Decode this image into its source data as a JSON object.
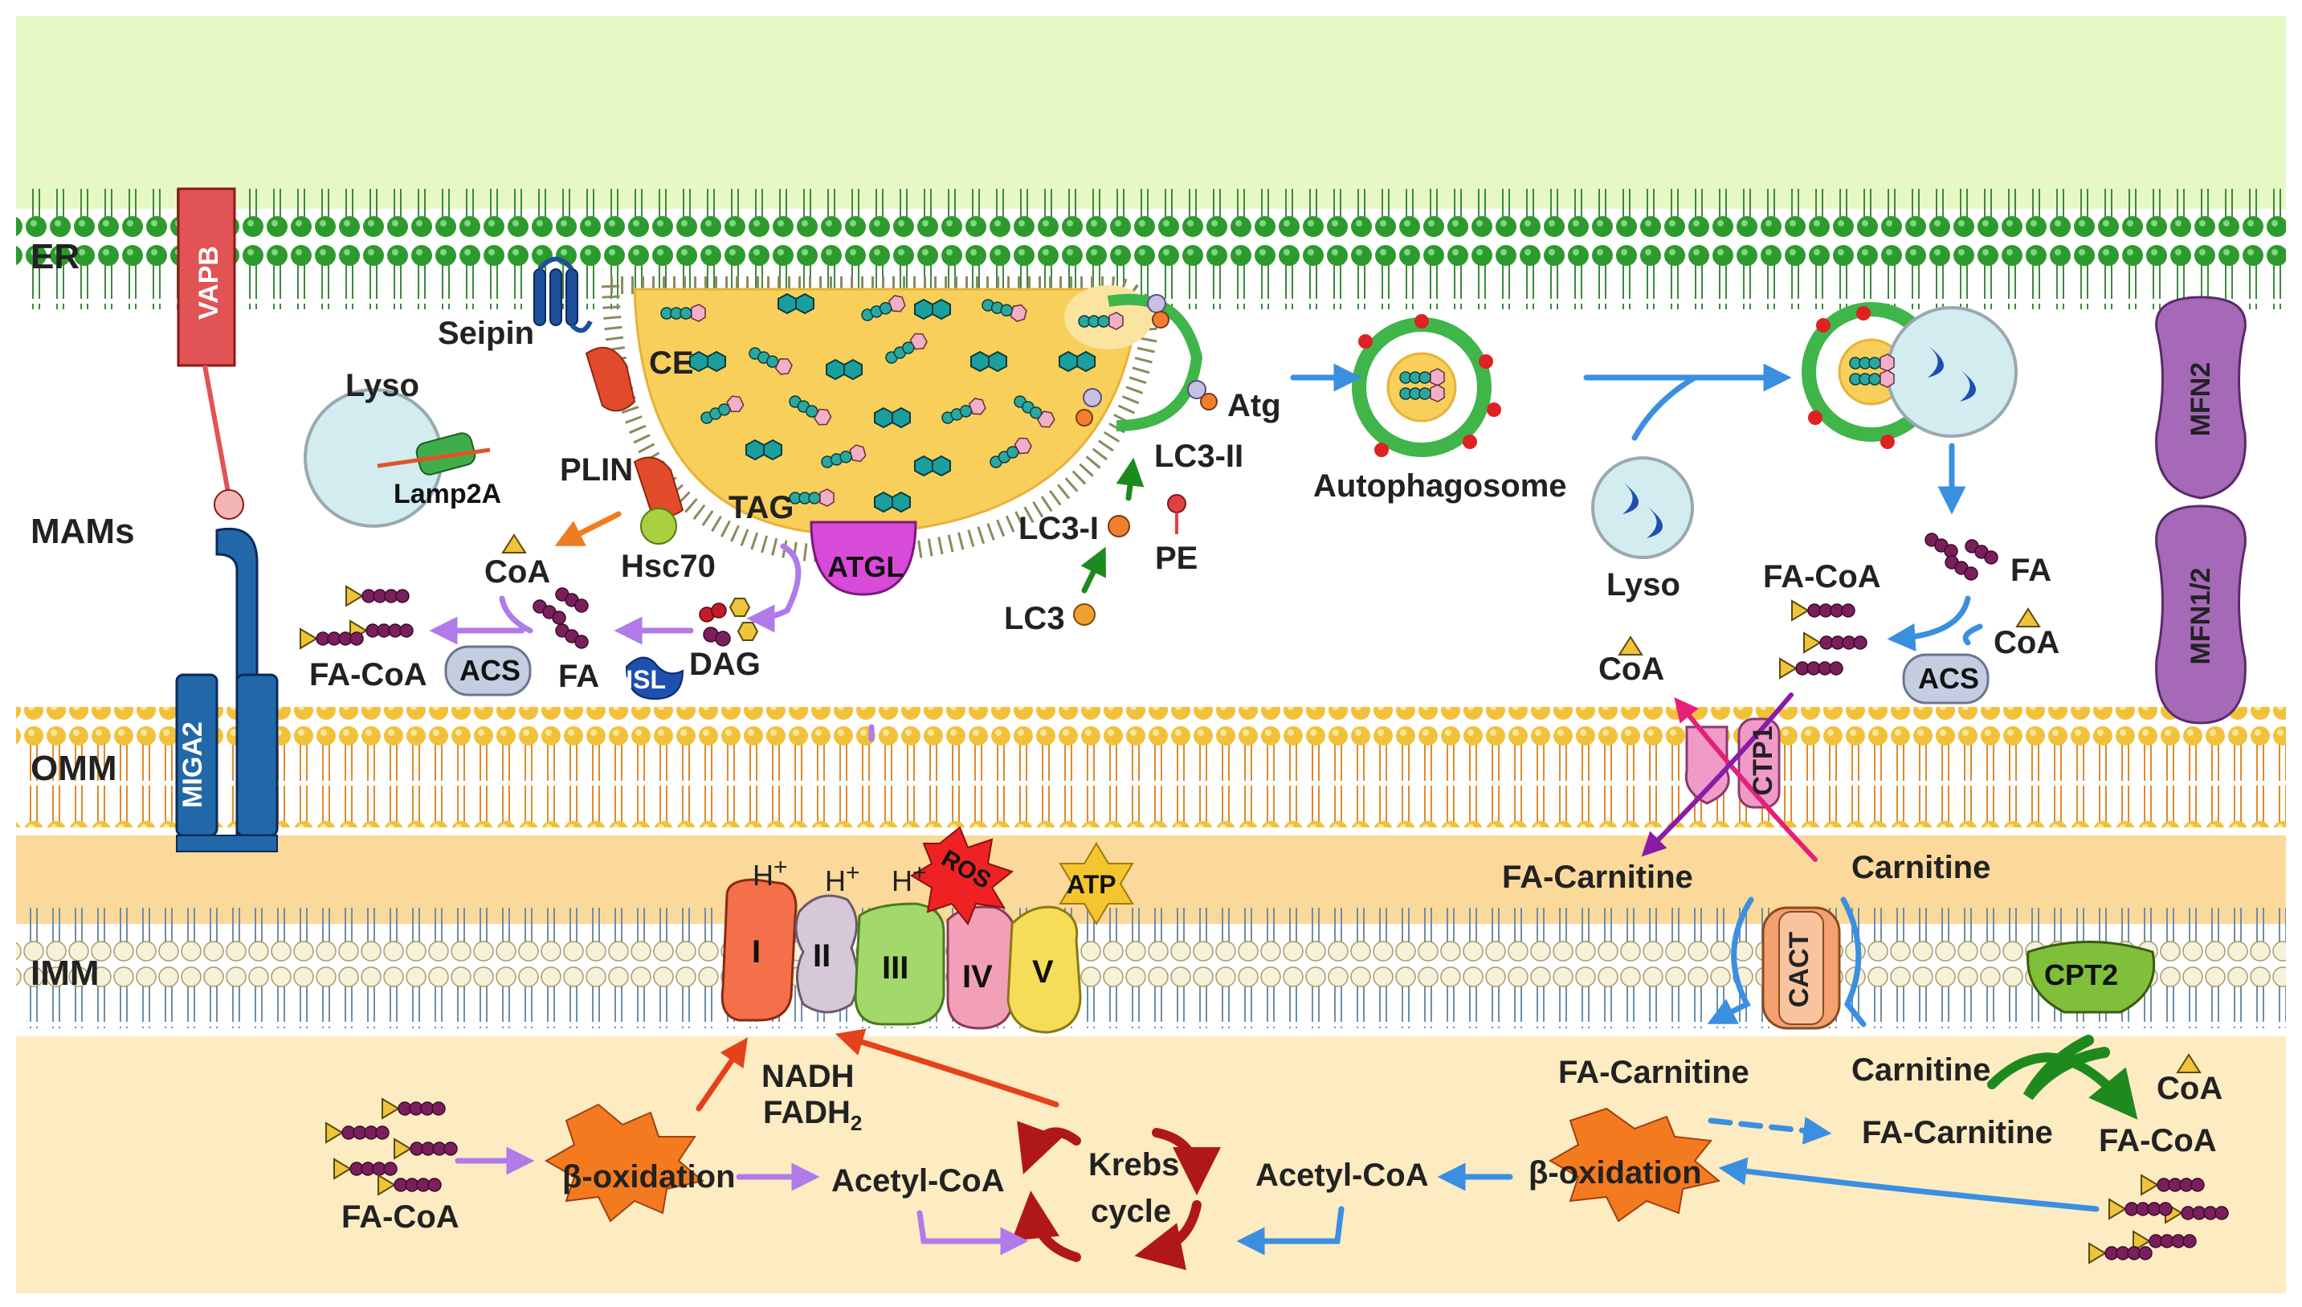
{
  "regions": {
    "er": "ER",
    "mams": "MAMs",
    "omm": "OMM",
    "imm": "IMM"
  },
  "proteins": {
    "vapb": "VAPB",
    "miga2": "MIGA2",
    "mfn2": "MFN2",
    "mfn12": "MFN1/2",
    "atgl": "ATGL",
    "hsl": "HSL",
    "acs_left": "ACS",
    "acs_right": "ACS",
    "ctp1": "CTP1",
    "cact": "CACT",
    "cpt2": "CPT2",
    "complex_i": "I",
    "complex_ii": "II",
    "complex_iii": "III",
    "complex_iv": "IV",
    "complex_v": "V",
    "ros": "ROS",
    "atp": "ATP",
    "lamp2a": "Lamp2A"
  },
  "labels": {
    "seipin": "Seipin",
    "lyso_left": "Lyso",
    "ce": "CE",
    "plin": "PLIN",
    "hsc70": "Hsc70",
    "tag": "TAG",
    "coa_left": "CoA",
    "fa_coa_left": "FA-CoA",
    "fa_left": "FA",
    "dag": "DAG",
    "atg": "Atg",
    "lc3_ii": "LC3-II",
    "lc3_i": "LC3-I",
    "pe": "PE",
    "lc3": "LC3",
    "autophagosome": "Autophagosome",
    "lyso_right": "Lyso",
    "fa_right": "FA",
    "fa_coa_right": "FA-CoA",
    "coa_right": "CoA",
    "coa_right2": "CoA",
    "fa_carnitine_1": "FA-Carnitine",
    "carnitine_1": "Carnitine",
    "fa_carnitine_2": "FA-Carnitine",
    "carnitine_2": "Carnitine",
    "coa_cpt2": "CoA",
    "fa_carnitine_3": "FA-Carnitine",
    "fa_coa_cpt2": "FA-CoA",
    "h_plus": "H",
    "plus_sign": "+",
    "nadh": "NADH",
    "fadh": "FADH",
    "fadh_sub": "2",
    "beta_ox_left": "β-oxidation",
    "acetyl_coa_left": "Acetyl-CoA",
    "krebs_1": "Krebs",
    "krebs_2": "cycle",
    "acetyl_coa_right": "Acetyl-CoA",
    "beta_ox_right": "β-oxidation",
    "fa_coa_bottom": "FA-CoA"
  },
  "colors": {
    "cytosol": "#e6f9c4",
    "er_head": "#2ea12e",
    "omm_head": "#f3c437",
    "matrix": "#fdebc2",
    "ims": "#fbd99a",
    "imm_head": "#f6f1d9",
    "lipid_droplet": "#f7cf5a",
    "arrow_blue": "#3b8fe0",
    "arrow_purple": "#b07be8",
    "arrow_orange": "#f07c22",
    "arrow_green": "#1e8a1e",
    "arrow_red": "#e4421a",
    "krebs_red": "#b01818",
    "magenta": "#e4207a",
    "purple_dark": "#8a1aa8"
  }
}
